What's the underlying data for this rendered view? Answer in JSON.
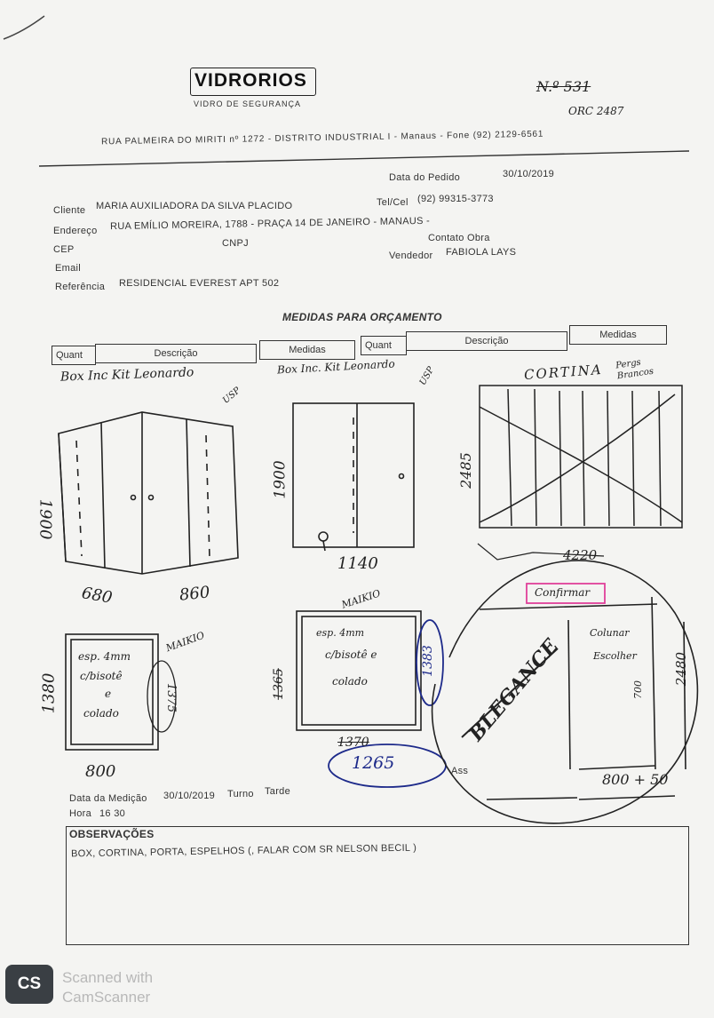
{
  "header": {
    "company": "VIDRORIOS",
    "tagline": "VIDRO DE SEGURANÇA",
    "number": "N.º 531",
    "orc": "ORC 2487",
    "address": "RUA PALMEIRA DO MIRITI nº 1272 - DISTRITO INDUSTRIAL I - Manaus - Fone (92) 2129-6561"
  },
  "order": {
    "date_label": "Data do Pedido",
    "date_value": "30/10/2019",
    "client_label": "Cliente",
    "client_value": "MARIA AUXILIADORA DA SILVA PLACIDO",
    "phone_label": "Tel/Cel",
    "phone_value": "(92) 99315-3773",
    "address_label": "Endereço",
    "address_value": "RUA EMÍLIO MOREIRA, 1788 - PRAÇA 14 DE JANEIRO - MANAUS -",
    "cep_label": "CEP",
    "cnpj_label": "CNPJ",
    "contact_label": "Contato Obra",
    "email_label": "Email",
    "seller_label": "Vendedor",
    "seller_value": "FABIOLA LAYS",
    "reference_label": "Referência",
    "reference_value": "RESIDENCIAL EVEREST APT 502"
  },
  "measures": {
    "title": "MEDIDAS PARA ORÇAMENTO",
    "col_quant": "Quant",
    "col_desc": "Descrição",
    "col_medidas": "Medidas"
  },
  "handwriting": {
    "item1_desc": "Box Inc Kit Leonardo",
    "item1_height": "1900",
    "item1_w1": "680",
    "item1_w2": "860",
    "item1_tag": "USP",
    "item2_desc": "Box Inc. Kit Leonardo",
    "item2_height": "1900",
    "item2_width": "1140",
    "item2_tag": "USP",
    "item3_desc": "CORTINA",
    "item3_note": "Pergs Brancos",
    "item3_height": "2485",
    "item3_width": "4220",
    "item4_line1": "esp. 4mm",
    "item4_line2": "c/bisotê",
    "item4_line3": "e",
    "item4_line4": "colado",
    "item4_height": "1380",
    "item4_width": "800",
    "item4_extra": "1375",
    "item4_tag": "MAIKIO",
    "item5_tag": "MAIKIO",
    "item5_line1": "esp. 4mm",
    "item5_line2": "c/bisotê e",
    "item5_line3": "colado",
    "item5_left": "1365",
    "item5_right": "1383",
    "item5_crossed": "1370",
    "item5_width": "1265",
    "item6_confirm": "Confirmar",
    "item6_brand": "BLEGANCE",
    "item6_line1": "Colunar",
    "item6_line2": "Escolher",
    "item6_height": "2480",
    "item6_side": "700",
    "item6_width": "800 + 50"
  },
  "footer": {
    "medicao_label": "Data da Medição",
    "medicao_value": "30/10/2019",
    "turno_label": "Turno",
    "turno_value": "Tarde",
    "hora_label": "Hora",
    "hora_value": "16 30",
    "ass_label": "Ass",
    "obs_label": "OBSERVAÇÕES",
    "obs_value": "BOX, CORTINA, PORTA, ESPELHOS (, FALAR COM SR NELSON BECIL )"
  },
  "scanner": {
    "logo": "CS",
    "line1": "Scanned with",
    "line2": "CamScanner"
  },
  "colors": {
    "ink": "#2a2a2a",
    "pen_blue": "#1d2a8a",
    "highlight_pink": "#e0409a"
  }
}
